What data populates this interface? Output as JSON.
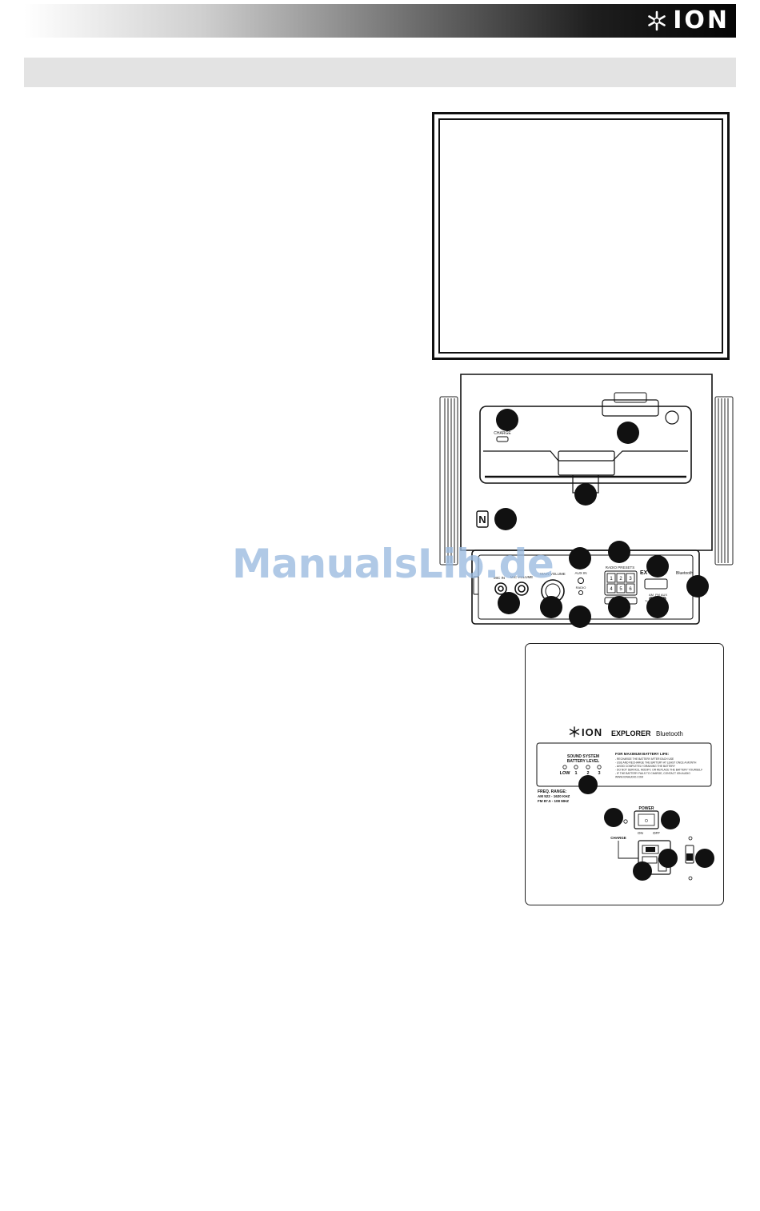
{
  "header": {
    "brand": "ION"
  },
  "watermark": "ManualsLib.de",
  "top_panel": {
    "charge_label": "CHARGE",
    "aux_in_label": "AUX IN",
    "mic_volume_label": "MIC VOLUME",
    "main_volume_label": "MAIN VOLUME",
    "mic_in_label": "MIC IN",
    "radio_label": "RADIO",
    "preset_label": "RADIO PRESETS",
    "presets": [
      "1",
      "2",
      "3",
      "4",
      "5",
      "6"
    ],
    "band_labels": [
      "AM",
      "FM",
      "AUX"
    ],
    "tuning_label": "TUNING",
    "brand_label": "EX",
    "bt_label": "Bluetooth"
  },
  "rear_panel": {
    "brand": "ION",
    "model": "EXPLORER",
    "model_suffix": "Bluetooth",
    "battery_title_1": "SOUND SYSTEM",
    "battery_title_2": "BATTERY LEVEL",
    "battery_levels": [
      "LOW",
      "1",
      "2",
      "3"
    ],
    "tips_title": "FOR MAXIMUM BATTERY LIFE:",
    "tips": [
      "- RECHARGE THE BATTERY AFTER EACH USE",
      "- USE AND RECHARGE THE BATTERY AT LEAST ONCE A MONTH",
      "- AVOID COMPLETELY DRAINING THE BATTERY",
      "- DO NOT SERVICE, MODIFY, OR REPLACE THE BATTERY YOURSELF",
      "- IF THE BATTERY FAILS TO CHARGE, CONTACT ION AUDIO",
      "  WWW.IONAUDIO.COM"
    ],
    "freq_title": "FREQ. RANGE:",
    "freq_am": "AM 522 - 1620 KHZ",
    "freq_fm": "FM 87.5 - 108 MHZ",
    "power_label": "POWER",
    "on_label": "ON",
    "off_label": "OFF",
    "charge_label": "CHARGE"
  }
}
